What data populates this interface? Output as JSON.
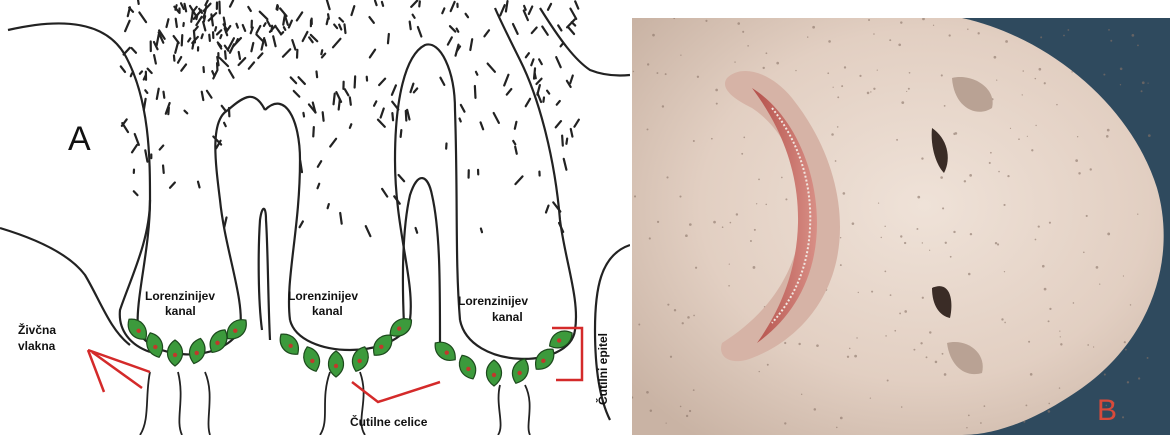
{
  "panel_a": {
    "letter": "A",
    "canal_label_line1": "Lorenzinijev",
    "canal_label_line2": "kanal",
    "nerve_label_line1": "Živčna",
    "nerve_label_line2": "vlakna",
    "sensory_cells_label": "Čutilne celice",
    "sensory_epithelium_label": "Čutilni epitel",
    "colors": {
      "cell_fill": "#3c9a3c",
      "cell_nucleus": "#c0392b",
      "pointer": "#d42a2a",
      "outline": "#222222"
    }
  },
  "panel_b": {
    "letter": "B",
    "colors": {
      "skin": "#e4d3c6",
      "letter": "#d94a3a",
      "background": "#2f4a5e"
    }
  }
}
